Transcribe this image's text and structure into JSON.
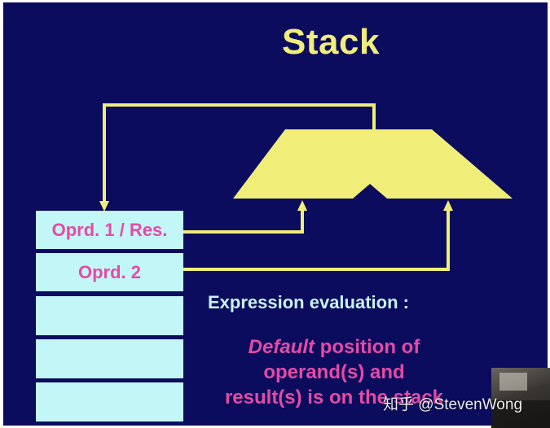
{
  "slide": {
    "title": "Stack",
    "stack_cells": [
      "Oprd. 1 / Res.",
      "Oprd. 2",
      "",
      "",
      ""
    ],
    "caption": "Expression evaluation :",
    "note": {
      "emphasis": "Default",
      "line1_rest": " position of",
      "line2": "operand(s) and",
      "line3": "result(s) is on the stack"
    }
  },
  "colors": {
    "background": "#0b0c5e",
    "title": "#f2ee7a",
    "alu_and_arrows": "#f0ee78",
    "cell_fill": "#c3f6f6",
    "cell_text": "#e54aa6",
    "caption": "#c9f2f0"
  },
  "watermark": "知乎 @StevenWong"
}
